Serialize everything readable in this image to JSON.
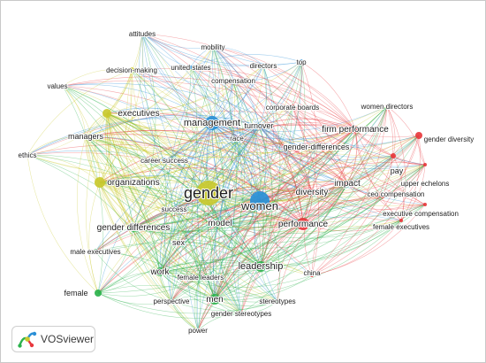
{
  "colors": {
    "red": "#e8383d",
    "green": "#2bb24c",
    "blue": "#2a8fd6",
    "yellow": "#c9c92e"
  },
  "brand": {
    "name": "VOSviewer",
    "icon": "vosviewer-logo-icon"
  },
  "nodes": [
    {
      "id": "gender",
      "label": "gender",
      "c": "yellow"
    },
    {
      "id": "women",
      "label": "women",
      "c": "blue"
    },
    {
      "id": "management",
      "label": "management",
      "c": "blue"
    },
    {
      "id": "organizations",
      "label": "organizations",
      "c": "yellow"
    },
    {
      "id": "executives",
      "label": "executives",
      "c": "yellow"
    },
    {
      "id": "managers",
      "label": "managers",
      "c": "yellow"
    },
    {
      "id": "values",
      "label": "values",
      "c": "yellow"
    },
    {
      "id": "ethics",
      "label": "ethics",
      "c": "yellow"
    },
    {
      "id": "decision-making",
      "label": "decision-making",
      "c": "yellow"
    },
    {
      "id": "attitudes",
      "label": "attitudes",
      "c": "blue"
    },
    {
      "id": "mobility",
      "label": "mobility",
      "c": "blue"
    },
    {
      "id": "united states",
      "label": "united states",
      "c": "blue"
    },
    {
      "id": "directors",
      "label": "directors",
      "c": "blue"
    },
    {
      "id": "top",
      "label": "top",
      "c": "blue"
    },
    {
      "id": "compensation",
      "label": "compensation",
      "c": "blue"
    },
    {
      "id": "turnover",
      "label": "turnover",
      "c": "blue"
    },
    {
      "id": "race",
      "label": "race",
      "c": "blue"
    },
    {
      "id": "career success",
      "label": "career success",
      "c": "blue"
    },
    {
      "id": "gender-differences",
      "label": "gender-differences",
      "c": "blue"
    },
    {
      "id": "corporate boards",
      "label": "corporate boards",
      "c": "red"
    },
    {
      "id": "women directors",
      "label": "women directors",
      "c": "red"
    },
    {
      "id": "firm performance",
      "label": "firm performance",
      "c": "red"
    },
    {
      "id": "gender diversity",
      "label": "gender diversity",
      "c": "red"
    },
    {
      "id": "pay",
      "label": "pay",
      "c": "red"
    },
    {
      "id": "upper echelons",
      "label": "upper echelons",
      "c": "red"
    },
    {
      "id": "ceo compensation",
      "label": "ceo compensation",
      "c": "red"
    },
    {
      "id": "executive compensation",
      "label": "executive compensation",
      "c": "red"
    },
    {
      "id": "female executives",
      "label": "female executives",
      "c": "red"
    },
    {
      "id": "diversity",
      "label": "diversity",
      "c": "red"
    },
    {
      "id": "impact",
      "label": "impact",
      "c": "red"
    },
    {
      "id": "performance",
      "label": "performance",
      "c": "red"
    },
    {
      "id": "china",
      "label": "china",
      "c": "red"
    },
    {
      "id": "model",
      "label": "model",
      "c": "green"
    },
    {
      "id": "success",
      "label": "success",
      "c": "green"
    },
    {
      "id": "gender differences",
      "label": "gender differences",
      "c": "green"
    },
    {
      "id": "sex",
      "label": "sex",
      "c": "green"
    },
    {
      "id": "male executives",
      "label": "male executives",
      "c": "green"
    },
    {
      "id": "work",
      "label": "work",
      "c": "green"
    },
    {
      "id": "female leaders",
      "label": "female leaders",
      "c": "green"
    },
    {
      "id": "leadership",
      "label": "leadership",
      "c": "green"
    },
    {
      "id": "female",
      "label": "female",
      "c": "green"
    },
    {
      "id": "perspective",
      "label": "perspective",
      "c": "green"
    },
    {
      "id": "men",
      "label": "men",
      "c": "green"
    },
    {
      "id": "stereotypes",
      "label": "stereotypes",
      "c": "green"
    },
    {
      "id": "gender stereotypes",
      "label": "gender stereotypes",
      "c": "green"
    },
    {
      "id": "power",
      "label": "power",
      "c": "green"
    }
  ]
}
